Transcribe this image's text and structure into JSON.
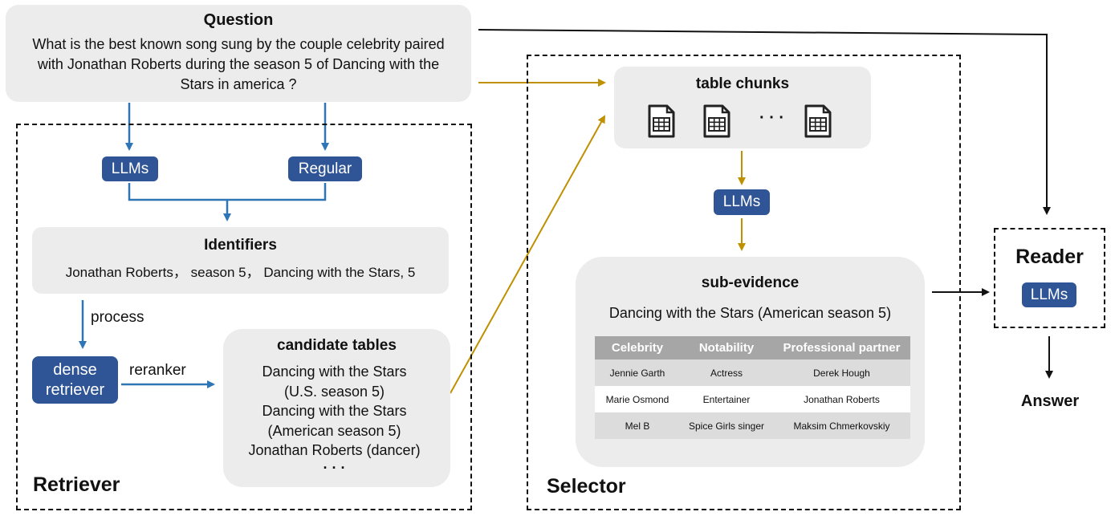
{
  "question": {
    "title": "Question",
    "lines": [
      "What is the best known song sung by the couple celebrity paired",
      "with Jonathan Roberts during the season 5 of Dancing with the",
      "Stars in america ?"
    ]
  },
  "retriever": {
    "label": "Retriever",
    "llms_label": "LLMs",
    "regular_label": "Regular",
    "identifiers": {
      "title": "Identifiers",
      "text": "Jonathan Roberts， season 5， Dancing with the Stars, 5"
    },
    "process_label": "process",
    "dense_retriever_lines": [
      "dense",
      "retriever"
    ],
    "reranker_label": "reranker",
    "candidate_tables": {
      "title": "candidate tables",
      "lines": [
        "Dancing with the Stars",
        "(U.S. season 5)",
        "Dancing with the Stars",
        "(American season 5)",
        "Jonathan Roberts (dancer)",
        "· · ·"
      ]
    }
  },
  "selector": {
    "label": "Selector",
    "table_chunks_title": "table chunks",
    "chunks_ellipsis": "· · ·",
    "llms_label": "LLMs",
    "sub_evidence": {
      "title": "sub-evidence",
      "caption": "Dancing with the Stars (American season 5)",
      "columns": [
        "Celebrity",
        "Notability",
        "Professional partner"
      ],
      "rows": [
        [
          "Jennie Garth",
          "Actress",
          "Derek Hough"
        ],
        [
          "Marie Osmond",
          "Entertainer",
          "Jonathan Roberts"
        ],
        [
          "Mel B",
          "Spice Girls singer",
          "Maksim Chmerkovskiy"
        ]
      ]
    }
  },
  "reader": {
    "title": "Reader",
    "llms_label": "LLMs",
    "answer_label": "Answer"
  },
  "colors": {
    "blue_box": "#2f5597",
    "blue_arrow": "#2e75b6",
    "gold_arrow": "#bf9000",
    "grey_box": "#ececec"
  },
  "icons": {
    "table_file": "table-file-icon"
  }
}
